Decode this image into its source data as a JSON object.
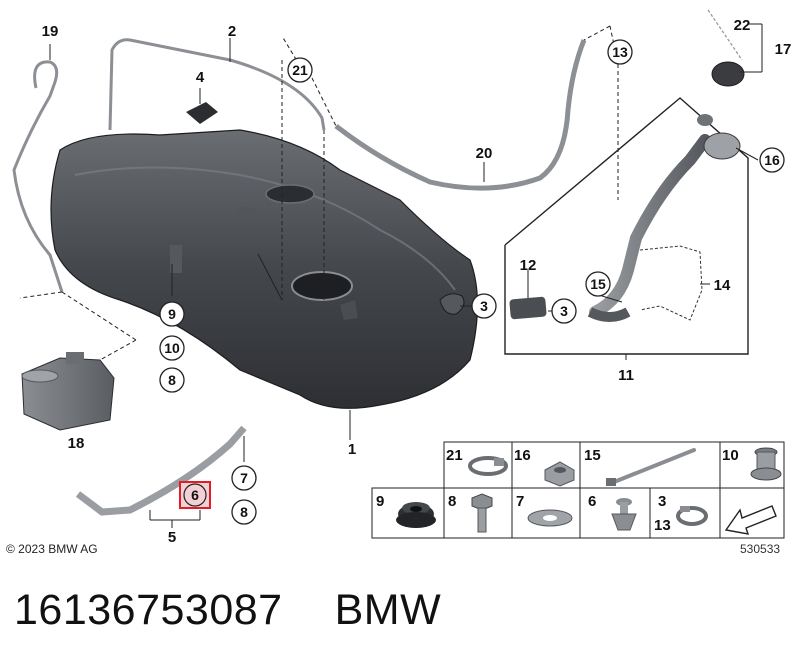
{
  "callouts": {
    "c2": "2",
    "c3a": "3",
    "c3b": "3",
    "c4": "4",
    "c5": "5",
    "c6": "6",
    "c7": "7",
    "c8a": "8",
    "c8b": "8",
    "c9": "9",
    "c10": "10",
    "c11": "11",
    "c12": "12",
    "c13": "13",
    "c14": "14",
    "c15": "15",
    "c16": "16",
    "c17": "17",
    "c18": "18",
    "c19": "19",
    "c20": "20",
    "c21": "21",
    "c22": "22",
    "c1": "1"
  },
  "parts_table": {
    "row1": [
      {
        "id": "21",
        "icon": "hose-clamp-icon"
      },
      {
        "id": "16",
        "icon": "hex-nut-icon"
      },
      {
        "id": "15",
        "icon": "cable-tie-icon"
      },
      {
        "id": "10",
        "icon": "grommet-sleeve-icon"
      }
    ],
    "row2": [
      {
        "id": "9",
        "icon": "rubber-grommet-icon"
      },
      {
        "id": "8",
        "icon": "bolt-icon"
      },
      {
        "id": "7",
        "icon": "washer-icon"
      },
      {
        "id": "6",
        "icon": "plastic-rivet-icon"
      },
      {
        "id": "3",
        "id2": "13",
        "icon": "spring-clamp-icon"
      },
      {
        "id": "",
        "icon": "arrow-icon"
      }
    ]
  },
  "copyright": "© 2023 BMW AG",
  "diagram_ref": "530533",
  "caption": {
    "part_number": "16136753087",
    "brand": "BMW"
  },
  "colors": {
    "line": "#222222",
    "tank_dark": "#3a3c40",
    "highlight": "#e11d2a",
    "highlight_fill": "#f3d0d3"
  }
}
